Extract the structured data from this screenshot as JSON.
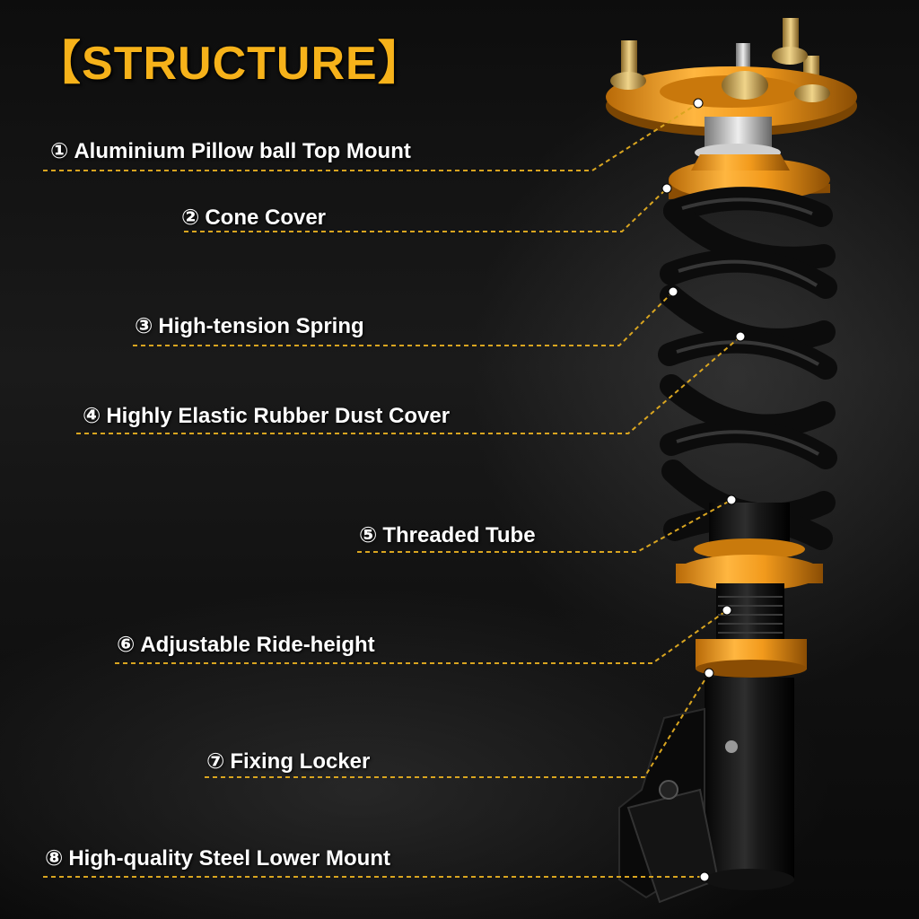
{
  "title": {
    "bracket_open": "【",
    "text": "STRUCTURE",
    "bracket_close": "】"
  },
  "labels": [
    {
      "num": "①",
      "text": "Aluminium Pillow ball Top Mount"
    },
    {
      "num": "②",
      "text": "Cone Cover"
    },
    {
      "num": "③",
      "text": "High-tension Spring"
    },
    {
      "num": "④",
      "text": "Highly Elastic Rubber Dust Cover"
    },
    {
      "num": "⑤",
      "text": "Threaded Tube"
    },
    {
      "num": "⑥",
      "text": "Adjustable Ride-height"
    },
    {
      "num": "⑦",
      "text": "Fixing Locker"
    },
    {
      "num": "⑧",
      "text": "High-quality Steel Lower Mount"
    }
  ],
  "colors": {
    "accent": "#f6b21a",
    "anodized_orange": "#f29a1c",
    "leader_line": "#d9a520",
    "spring": "#111111",
    "text": "#ffffff"
  }
}
